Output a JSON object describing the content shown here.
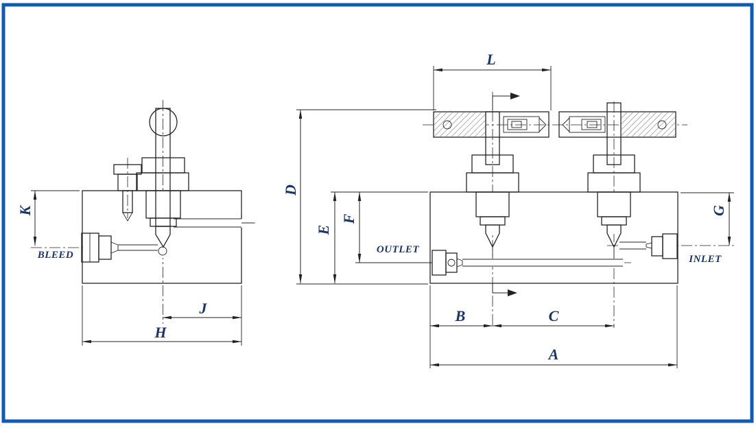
{
  "drawing": {
    "type": "technical-dimension-drawing",
    "views": [
      "side-section-view",
      "front-section-view"
    ],
    "colors": {
      "frame_border": "#0e5ab5",
      "line": "#222222",
      "label": "#1b3468",
      "background": "#ffffff"
    }
  },
  "dimensions": {
    "A": "A",
    "B": "B",
    "C": "C",
    "D": "D",
    "E": "E",
    "F": "F",
    "G": "G",
    "H": "H",
    "J": "J",
    "K": "K",
    "L": "L"
  },
  "ports": {
    "bleed": "BLEED",
    "outlet": "OUTLET",
    "inlet": "INLET"
  }
}
